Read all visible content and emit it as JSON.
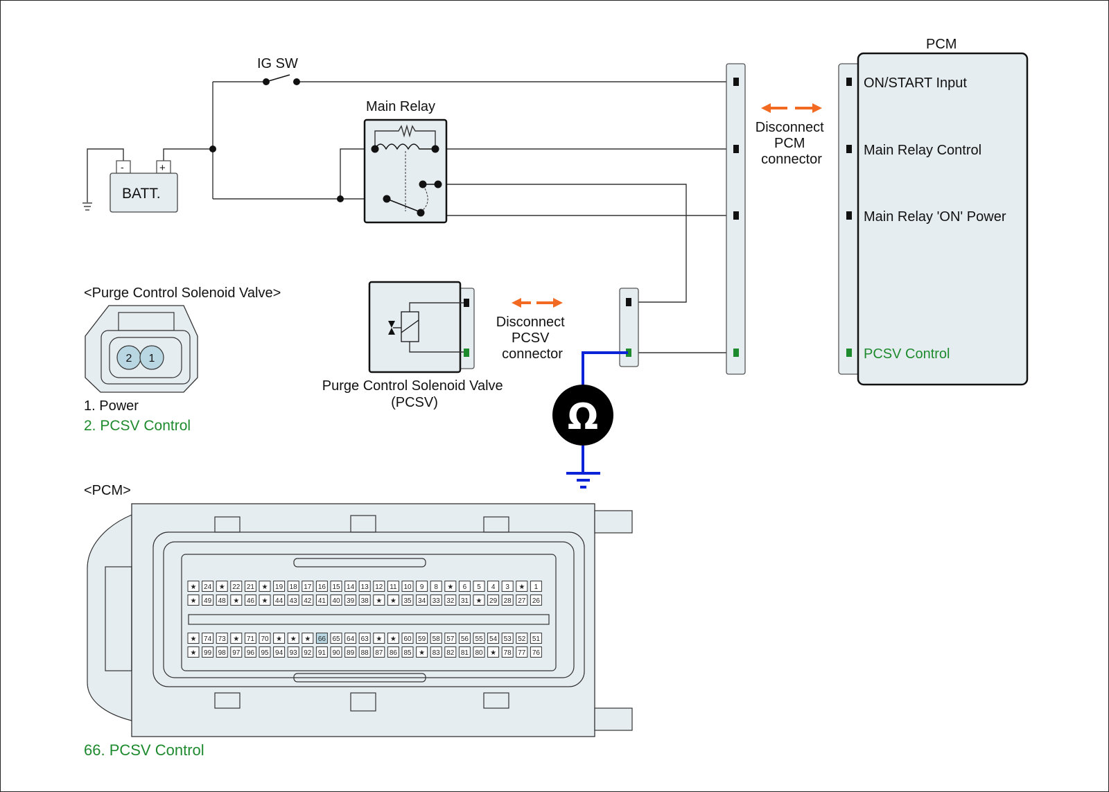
{
  "labels": {
    "ig_sw": "IG SW",
    "main_relay": "Main Relay",
    "battery": "BATT.",
    "battery_neg": "-",
    "battery_pos": "+",
    "pcm_title": "PCM",
    "disconnect_pcm": [
      "Disconnect",
      "PCM",
      "connector"
    ],
    "disconnect_pcsv": [
      "Disconnect",
      "PCSV",
      "connector"
    ],
    "pcsv_component": [
      "Purge Control Solenoid Valve",
      "(PCSV)"
    ],
    "ohmmeter_symbol": "Ω"
  },
  "pcm_pins": [
    {
      "label": "ON/START Input",
      "highlight": false
    },
    {
      "label": "Main Relay Control",
      "highlight": false
    },
    {
      "label": "Main Relay 'ON' Power",
      "highlight": false
    },
    {
      "label": "PCSV Control",
      "highlight": true
    }
  ],
  "pcsv_connector": {
    "title": "<Purge Control Solenoid Valve>",
    "pins_shown": [
      "2",
      "1"
    ],
    "legend": [
      {
        "text": "1. Power",
        "highlight": false
      },
      {
        "text": "2. PCSV Control",
        "highlight": true
      }
    ]
  },
  "pcm_connector": {
    "title": "<PCM>",
    "rows": [
      [
        "*",
        "24",
        "*",
        "22",
        "21",
        "*",
        "19",
        "18",
        "17",
        "16",
        "15",
        "14",
        "13",
        "12",
        "11",
        "10",
        "9",
        "8",
        "*",
        "6",
        "5",
        "4",
        "3",
        "*",
        "1"
      ],
      [
        "*",
        "49",
        "48",
        "*",
        "46",
        "*",
        "44",
        "43",
        "42",
        "41",
        "40",
        "39",
        "38",
        "*",
        "*",
        "35",
        "34",
        "33",
        "32",
        "31",
        "*",
        "29",
        "28",
        "27",
        "26"
      ],
      [
        "*",
        "74",
        "73",
        "*",
        "71",
        "70",
        "*",
        "*",
        "*",
        "66",
        "65",
        "64",
        "63",
        "*",
        "*",
        "60",
        "59",
        "58",
        "57",
        "56",
        "55",
        "54",
        "53",
        "52",
        "51"
      ],
      [
        "*",
        "99",
        "98",
        "97",
        "96",
        "95",
        "94",
        "93",
        "92",
        "91",
        "90",
        "89",
        "88",
        "87",
        "86",
        "85",
        "*",
        "83",
        "82",
        "81",
        "80",
        "*",
        "78",
        "77",
        "76"
      ]
    ],
    "highlight_pin": "66",
    "legend": "66. PCSV Control"
  },
  "colors": {
    "highlight_green": "#1e8a2e",
    "arrow_orange": "#f26a21",
    "probe_blue": "#0a23d8",
    "pin_highlight": "#b9d7e2",
    "panel_fill": "#e6edf0"
  }
}
